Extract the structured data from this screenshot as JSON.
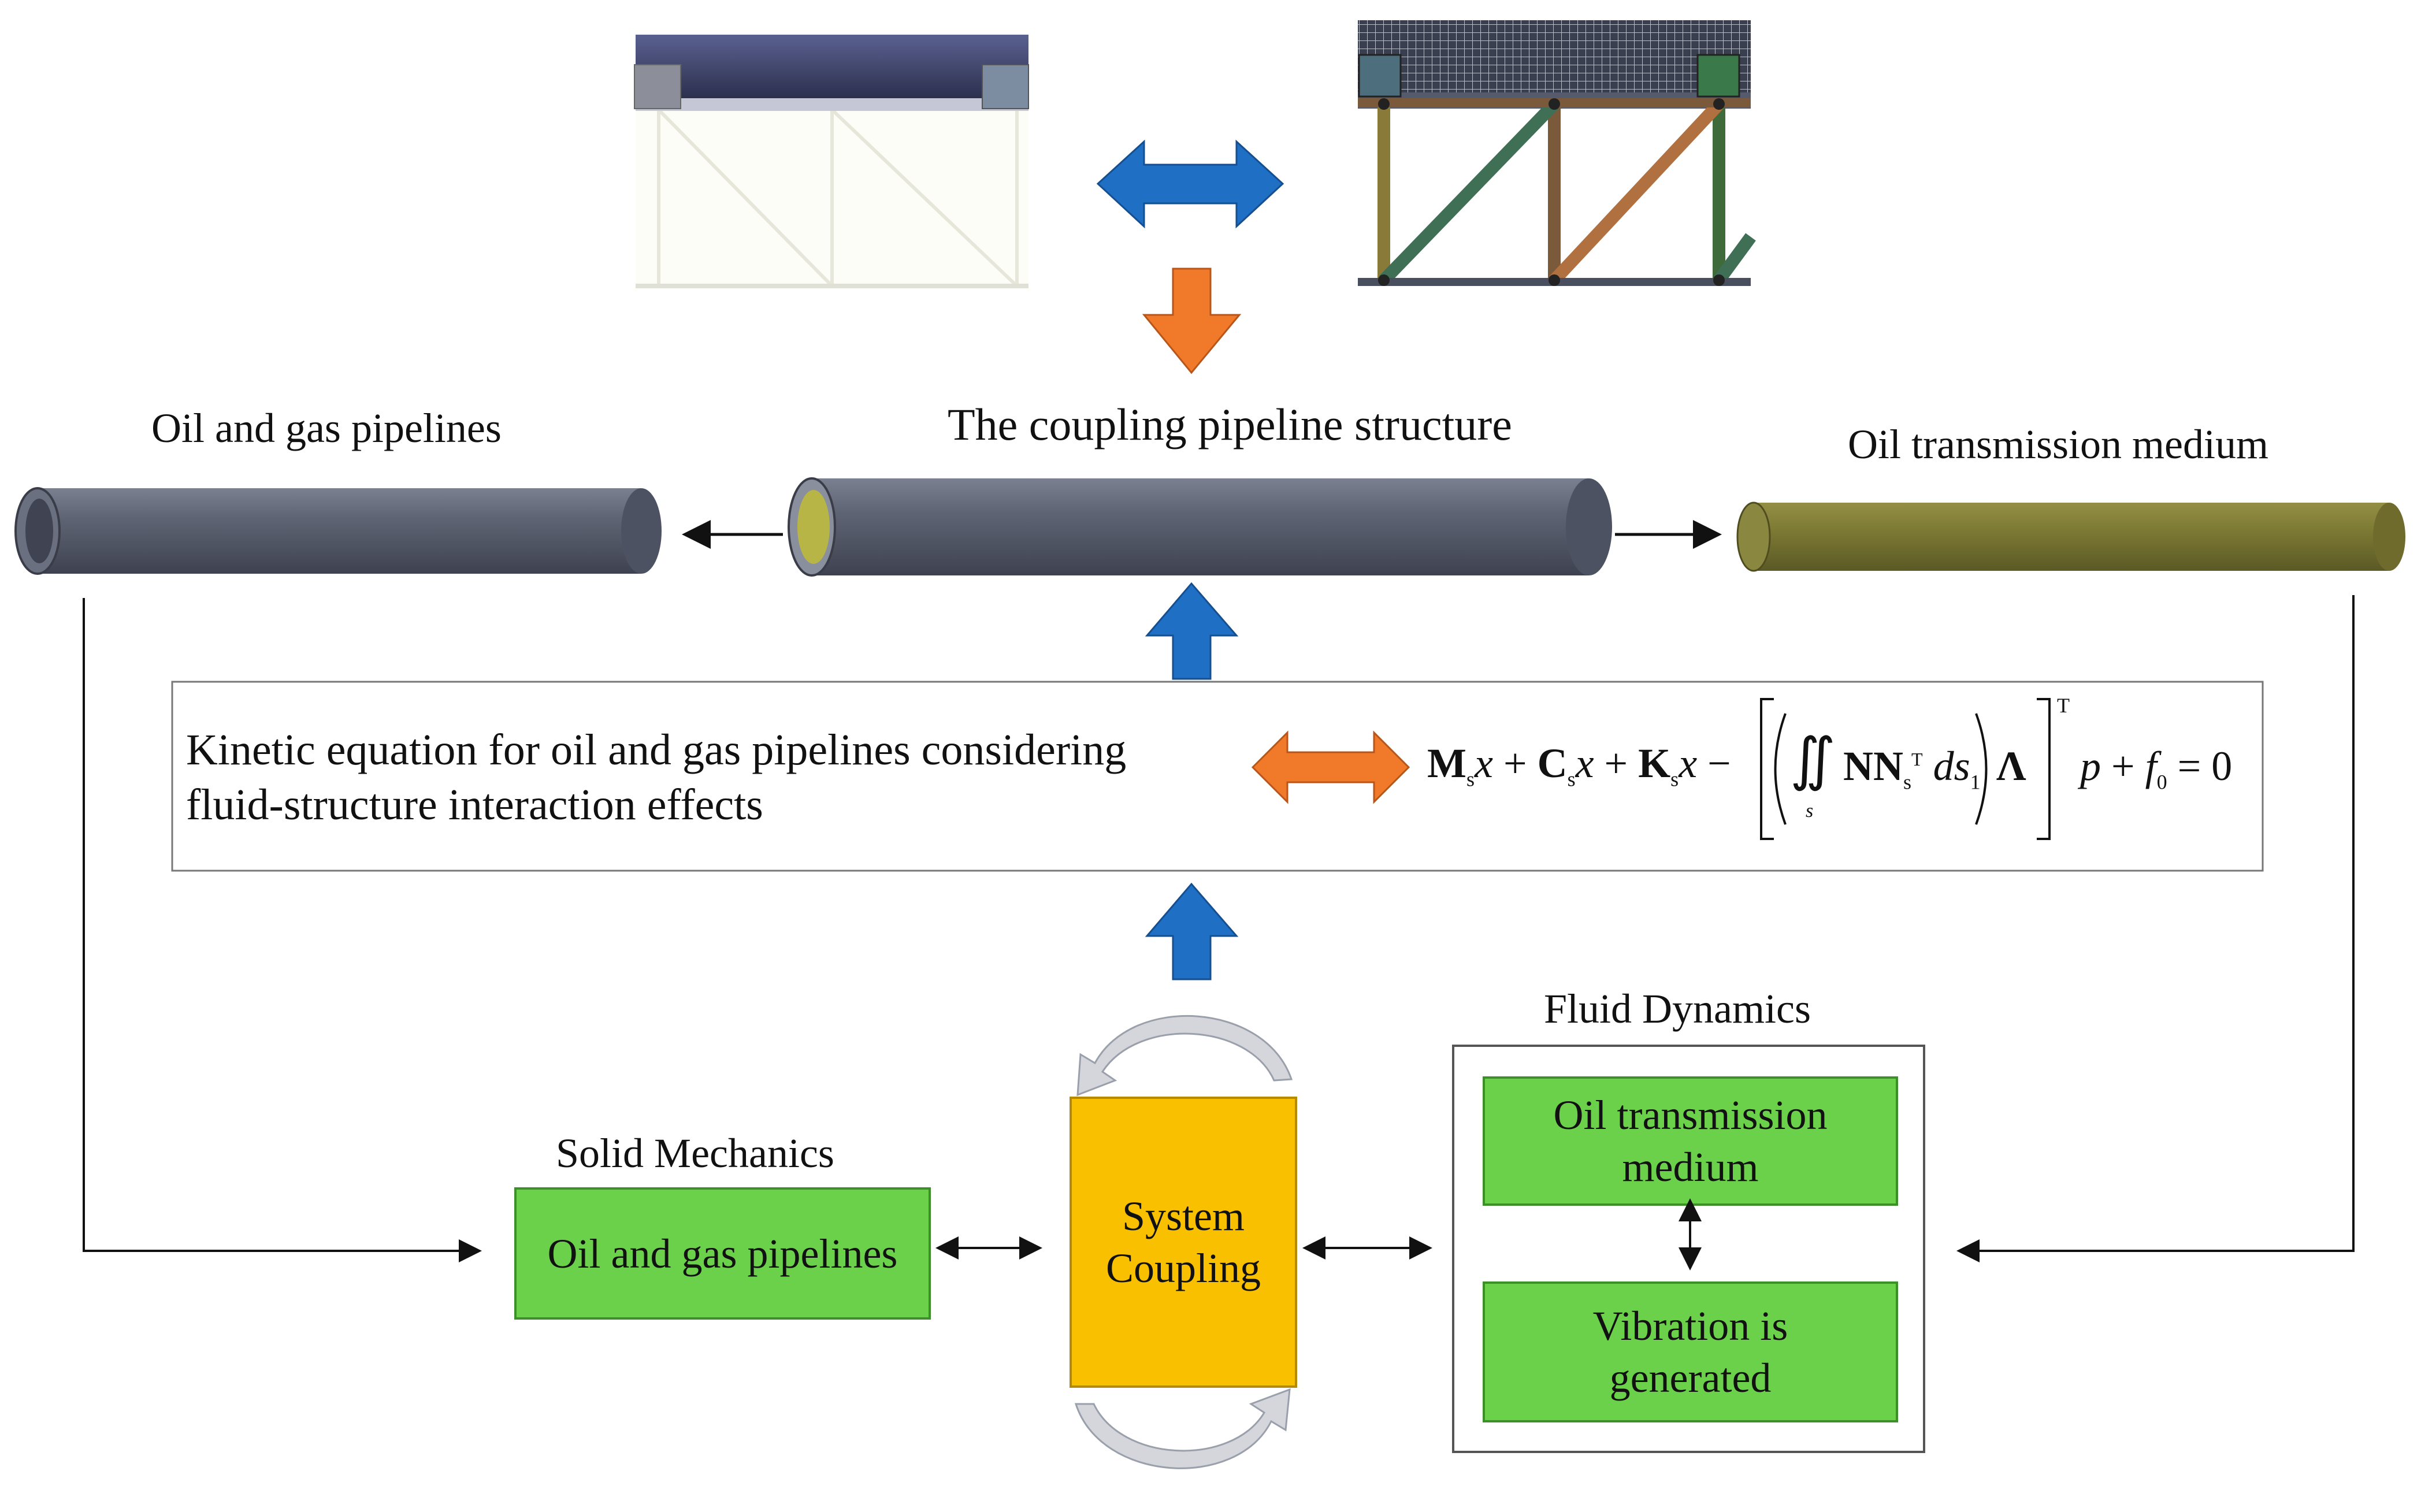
{
  "labels": {
    "oil_gas_pipelines": "Oil and gas pipelines",
    "coupling_structure": "The coupling pipeline structure",
    "oil_transmission_medium": "Oil transmission medium",
    "kinetic_line1": "Kinetic equation for oil and gas pipelines considering",
    "kinetic_line2": "fluid-structure interaction effects",
    "solid_mechanics": "Solid Mechanics",
    "fluid_dynamics": "Fluid Dynamics"
  },
  "boxes": {
    "solid_pipelines": "Oil and gas pipelines",
    "system_coupling_1": "System",
    "system_coupling_2": "Coupling",
    "oil_medium_1": "Oil transmission",
    "oil_medium_2": "medium",
    "vibration_1": "Vibration is",
    "vibration_2": "generated"
  },
  "equation": {
    "m": "M",
    "c": "C",
    "k": "K",
    "s": "s",
    "x": "x",
    "plus": "+",
    "minus": "−",
    "integral": "∬",
    "n": "NN",
    "ds": "ds",
    "ds_sub": "1",
    "lambda": "Λ",
    "transpose": "T",
    "p": "p",
    "f": "f",
    "f_sub": "0",
    "eq_zero": "= 0",
    "int_sub": "s"
  },
  "colors": {
    "blue_arrow": "#1f6fc5",
    "orange_arrow": "#f07a2a",
    "green_box": "#6cd14a",
    "yellow_box": "#f9c000",
    "pipe_gray": "#5c6170",
    "pipe_olive": "#7d7a34"
  }
}
